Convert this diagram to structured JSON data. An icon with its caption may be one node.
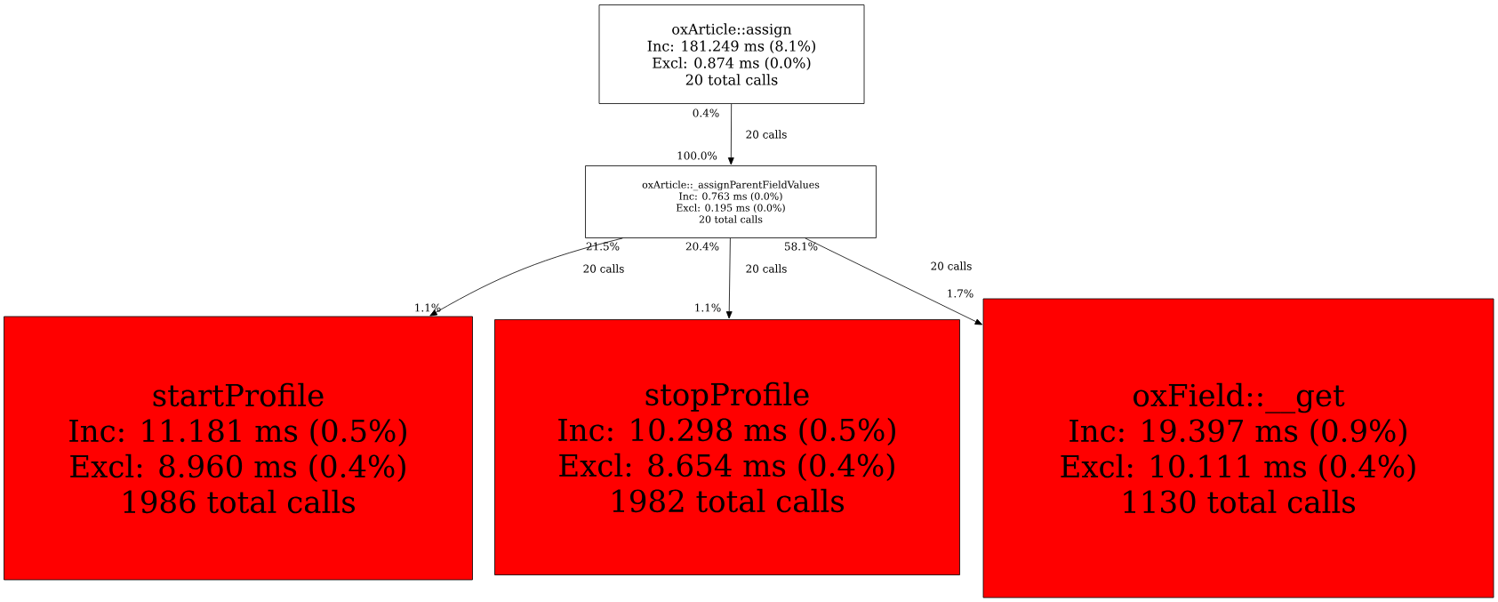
{
  "diagram": {
    "nodes": [
      {
        "text": [
          "oxArticle::assign",
          "Inc: 181.249 ms (8.1%)",
          "Excl: 0.874 ms (0.0%)",
          "20 total calls"
        ]
      },
      {
        "text": [
          "oxArticle::_assignParentFieldValues",
          "Inc: 0.763 ms (0.0%)",
          "Excl: 0.195 ms (0.0%)",
          "20 total calls"
        ]
      },
      {
        "text": [
          "startProfile",
          "Inc: 11.181 ms (0.5%)",
          "Excl: 8.960 ms (0.4%)",
          "1986 total calls"
        ]
      },
      {
        "text": [
          "stopProfile",
          "Inc: 10.298 ms (0.5%)",
          "Excl: 8.654 ms (0.4%)",
          "1982 total calls"
        ]
      },
      {
        "text": [
          "oxField::__get",
          "Inc: 19.397 ms (0.9%)",
          "Excl: 10.111 ms (0.4%)",
          "1130 total calls"
        ]
      }
    ],
    "edges": [
      {
        "from": 0,
        "to": 1,
        "arrow": "to",
        "label": "20 calls"
      },
      {
        "from": 1,
        "to": 2,
        "arrow": "to",
        "label": "20 calls"
      },
      {
        "from": 1,
        "to": 3,
        "arrow": "to",
        "label": "20 calls"
      },
      {
        "from": 1,
        "to": 4,
        "arrow": "to",
        "label": "20 calls"
      }
    ],
    "labels": [
      "0.4%",
      "100.0%",
      "21.5%",
      "20.4%",
      "58.1%",
      "1.1%",
      "1.1%",
      "1.7%"
    ]
  }
}
